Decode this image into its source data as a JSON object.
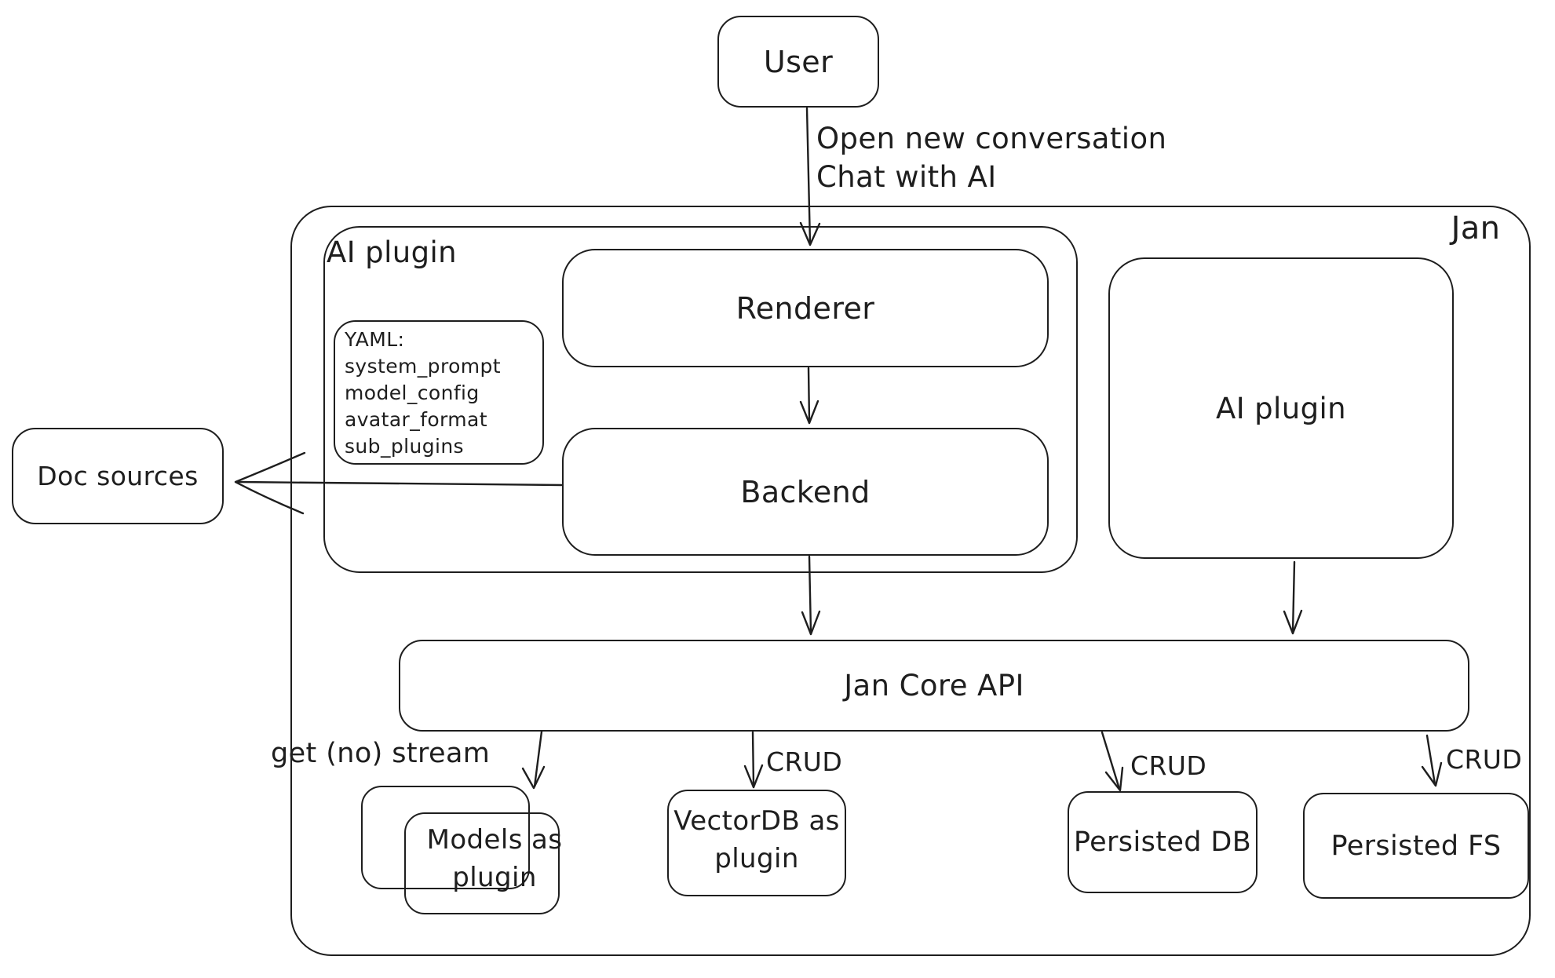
{
  "canvas": {
    "ink_color": "#1e1e1e",
    "background_color": "#ffffff"
  },
  "nodes": {
    "user": "User",
    "jan_frame": "Jan",
    "ai_plugin_left": "AI plugin",
    "renderer": "Renderer",
    "backend": "Backend",
    "yaml_note": {
      "lines": [
        "YAML:",
        "system_prompt",
        "model_config",
        "avatar_format",
        "sub_plugins"
      ]
    },
    "doc_sources": "Doc sources",
    "ai_plugin_right": "AI plugin",
    "jan_core_api": "Jan Core API",
    "models_plugin": {
      "line1": "Models as",
      "line2": "plugin"
    },
    "vectordb_plugin": {
      "line1": "VectorDB as",
      "line2": "plugin"
    },
    "persisted_db": "Persisted DB",
    "persisted_fs": "Persisted FS"
  },
  "edge_labels": {
    "user_to_renderer_line1": "Open new conversation",
    "user_to_renderer_line2": "Chat with AI",
    "core_to_models": "get (no) stream",
    "core_to_vectordb": "CRUD",
    "core_to_persisted_db": "CRUD",
    "core_to_persisted_fs": "CRUD"
  }
}
